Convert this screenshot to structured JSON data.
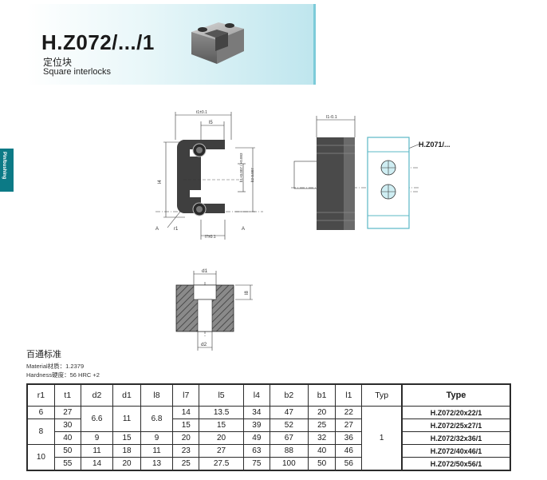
{
  "header": {
    "title": "H.Z072/.../1",
    "subtitle_cn": "定位块",
    "subtitle_en": "Square interlocks"
  },
  "side_tab": {
    "label": "Pin/bushing"
  },
  "drawing": {
    "front_labels": {
      "t1": "t1±0.1",
      "l5": "l5",
      "l4": "l4",
      "b1": "b1+0.007 / +0.003",
      "b2": "b2-0.007",
      "r1": "r1",
      "l7": "l7±0.1",
      "a_left": "A",
      "a_right": "A"
    },
    "side_labels": {
      "l1": "l1-0.1",
      "ref": "H.Z071/..."
    },
    "section_labels": {
      "d1": "d1",
      "d2": "d2",
      "l8": "l8"
    }
  },
  "info": {
    "standard_cn": "百通标准",
    "material": "Material材质：1.2379",
    "hardness": "Hardness硬度：56 HRC +2"
  },
  "table": {
    "headers": [
      "r1",
      "t1",
      "d2",
      "d1",
      "l8",
      "l7",
      "l5",
      "l4",
      "b2",
      "b1",
      "l1",
      "Typ",
      "Type"
    ],
    "groups": {
      "r1_a": "6",
      "r1_b": "8",
      "r1_c": "10",
      "d2_a": "6.6",
      "d1_a": "11",
      "l8_a": "6.8",
      "typ": "1"
    },
    "rows": [
      {
        "t1": "27",
        "l7": "14",
        "l5": "13.5",
        "l4": "34",
        "b2": "47",
        "b1": "20",
        "l1": "22",
        "type": "H.Z072/20x22/1"
      },
      {
        "t1": "30",
        "l7": "15",
        "l5": "15",
        "l4": "39",
        "b2": "52",
        "b1": "25",
        "l1": "27",
        "type": "H.Z072/25x27/1"
      },
      {
        "t1": "40",
        "d2": "9",
        "d1": "15",
        "l8": "9",
        "l7": "20",
        "l5": "20",
        "l4": "49",
        "b2": "67",
        "b1": "32",
        "l1": "36",
        "type": "H.Z072/32x36/1"
      },
      {
        "t1": "50",
        "d2": "11",
        "d1": "18",
        "l8": "11",
        "l7": "23",
        "l5": "27",
        "l4": "63",
        "b2": "88",
        "b1": "40",
        "l1": "46",
        "type": "H.Z072/40x46/1"
      },
      {
        "t1": "55",
        "d2": "14",
        "d1": "20",
        "l8": "13",
        "l7": "25",
        "l5": "27.5",
        "l4": "75",
        "b2": "100",
        "b1": "50",
        "l1": "56",
        "type": "H.Z072/50x56/1"
      }
    ]
  }
}
